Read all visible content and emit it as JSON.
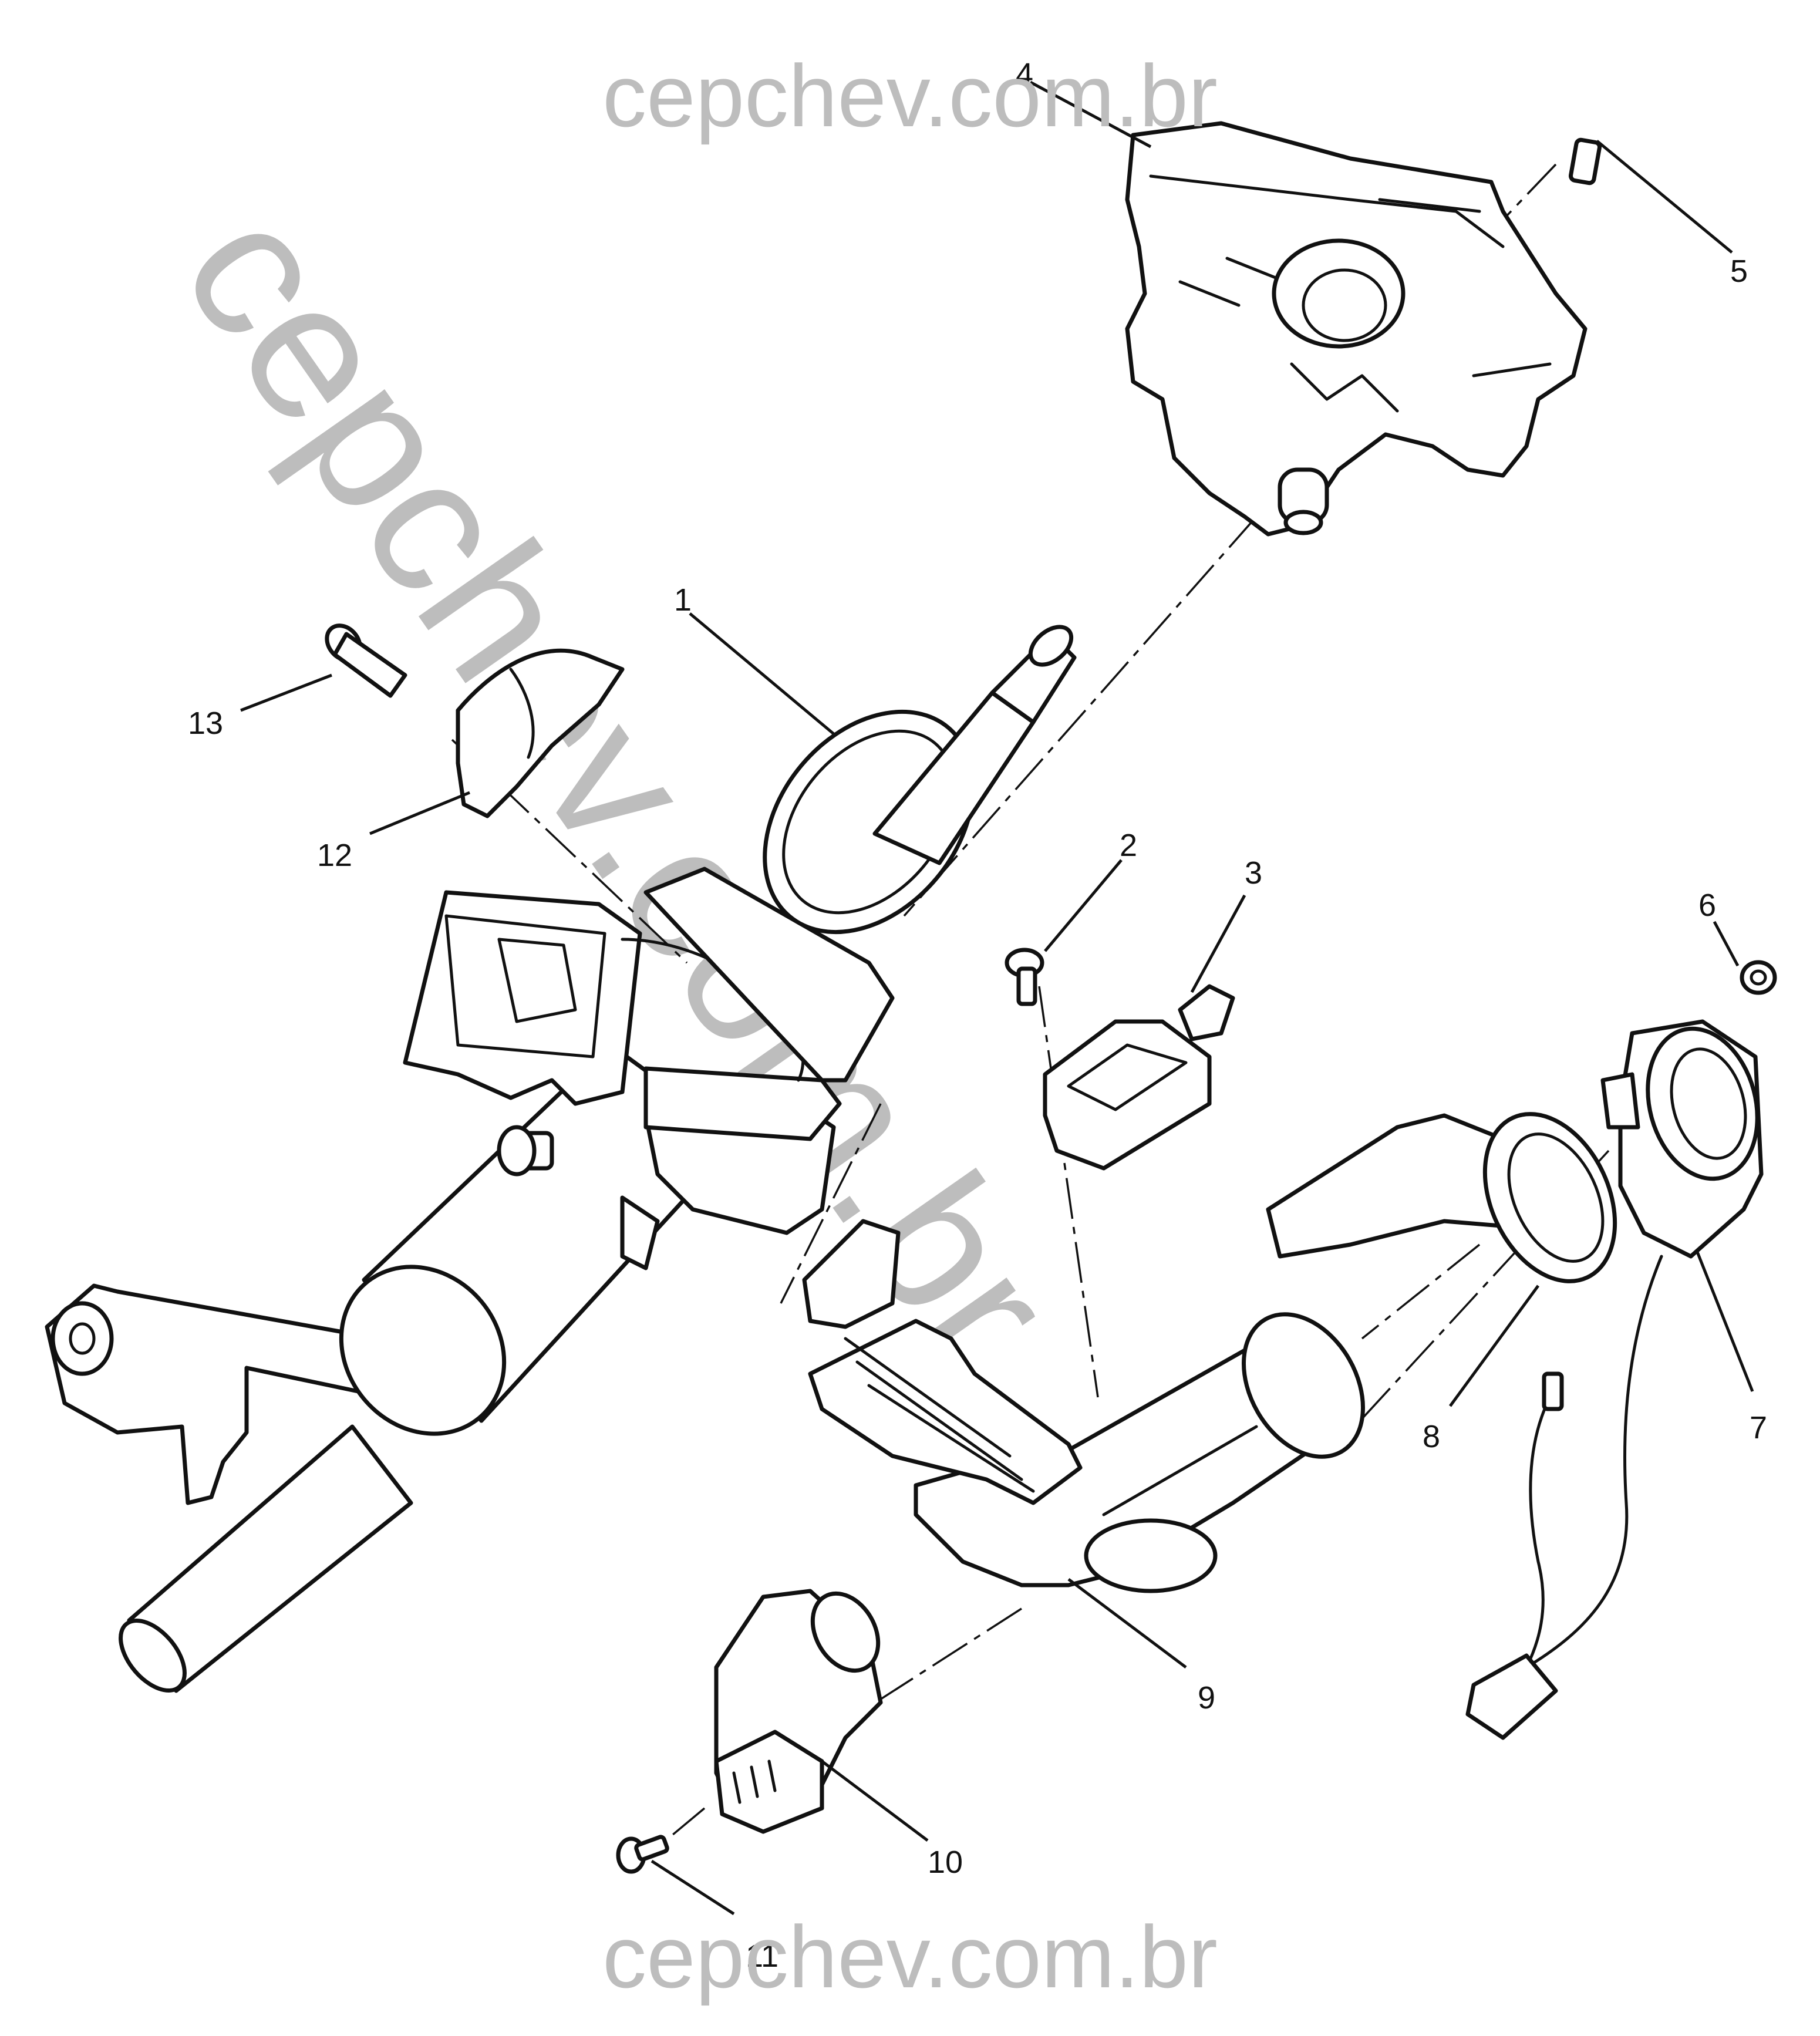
{
  "watermark": {
    "text_top": "cepchev.com.br",
    "text_diagonal": "cepchev.com.br",
    "text_bottom": "cepchev.com.br",
    "color": "#bdbdbd"
  },
  "callouts": [
    "1",
    "2",
    "3",
    "4",
    "5",
    "6",
    "7",
    "8",
    "9",
    "10",
    "11",
    "12",
    "13"
  ]
}
